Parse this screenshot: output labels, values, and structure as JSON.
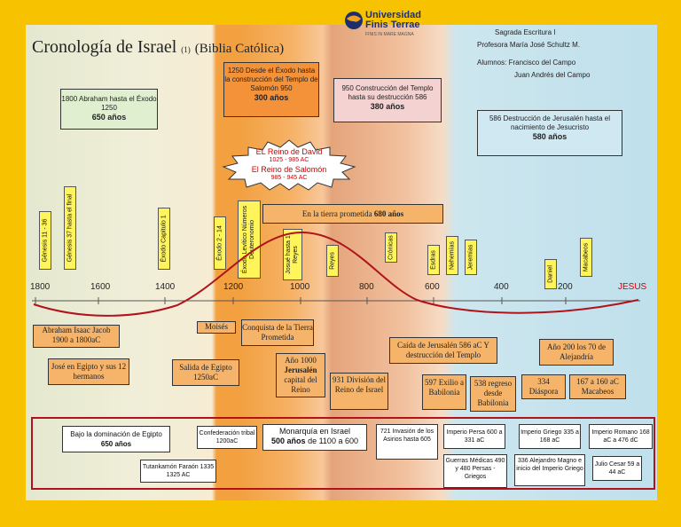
{
  "title": {
    "main": "Cronología de Israel",
    "note": "(1)",
    "sub": "(Biblia Católica)"
  },
  "logo": {
    "name": "Universidad",
    "sub": "Finis Terrae",
    "tagline": "FINIS IN MARE MAGNA"
  },
  "info": {
    "line1": "Sagrada Escritura I",
    "line2": "Profesora María José Schultz M.",
    "line3": "Alumnos: Francisco del Campo",
    "line4": "Juan Andrés del Campo"
  },
  "periods": {
    "p1": {
      "text": "1800 Abraham hasta el Éxodo 1250",
      "years": "650 años"
    },
    "p2": {
      "text": "1250 Desde el Éxodo hasta la construcción del Templo de Salomón 950",
      "years": "300 años"
    },
    "p3": {
      "text": "950 Construcción del Templo hasta su destrucción 586",
      "years": "380 años"
    },
    "p4": {
      "text": "586 Destrucción de Jerusalén hasta el nacimiento de Jesucristo",
      "years": "580 años"
    }
  },
  "kingdom": {
    "line1": "EL Reino de David",
    "line2": "1025 - 985 AC",
    "line3": "El Reino de Salomón",
    "line4": "985 - 945 AC"
  },
  "promised": {
    "text": "En la tierra prometida",
    "years": "680 años"
  },
  "books": [
    {
      "label": "Génesis 11 - 36"
    },
    {
      "label": "Génesis 37 hasta el final"
    },
    {
      "label": "Éxodo Capitulo 1"
    },
    {
      "label": "Éxodo 2 - 14"
    },
    {
      "label": "Éxodo Levítico Números Deuteronomio"
    },
    {
      "label": "Josué hasta 1 Reyes"
    },
    {
      "label": "Reyes"
    },
    {
      "label": "Crónicas"
    },
    {
      "label": "Esdras"
    },
    {
      "label": "Nehemías"
    },
    {
      "label": "Jeremías"
    },
    {
      "label": "Daniel"
    },
    {
      "label": "Macabeos"
    }
  ],
  "axis": {
    "ticks": [
      "1800",
      "1600",
      "1400",
      "1200",
      "1000",
      "800",
      "600",
      "400",
      "200"
    ],
    "end": "JESUS"
  },
  "events": {
    "e1": "Abraham Isaac Jacob 1900 a 1800aC",
    "e2": "José en Egipto y sus 12 hermanos",
    "e3": "Moisés",
    "e4": "Conquista de la Tierra Prometida",
    "e5": "Salida de Egipto 1250aC",
    "e6a": "Año 1000",
    "e6b": "Jerusalén",
    "e6c": "capital del Reino",
    "e7": "931 División del Reino de Israel",
    "e8": "Caída de Jerusalén 586 aC Y destrucción del Templo",
    "e9": "Año 200 los 70 de Alejandría",
    "e10": "597 Exilio a Babilonia",
    "e11": "538 regreso desde Babilonia",
    "e12": "334 Diáspora",
    "e13": "167 a 160 aC Macabeos"
  },
  "empires": {
    "egipto": {
      "text": "Bajo la dominación de Egipto",
      "years": "650 años"
    },
    "confed": "Confederación tribal 1200aC",
    "tut": "Tutankamón Faraón 1335 1325 AC",
    "monarquia": {
      "text": "Monarquía en Israel",
      "years": "500 años",
      "rest": "de 1100 a 600"
    },
    "asirios": "721 Invasión de los Asirios hasta 605",
    "persa": "Imperio Persa 600 a 331 aC",
    "guerras": "Guerras Médicas 490 y 480 Persas - Griegos",
    "griego": "Imperio Griego 335 a 168 aC",
    "alejandro": "336 Alejandro Magno e inicio del Imperio Griego",
    "romano": "Imperio Romano 168 aC a 476 dC",
    "julio": "Julio Cesar 59 a 44 aC"
  },
  "colors": {
    "frame": "#f7c300",
    "curve": "#b1121c",
    "label": "#fff45a"
  }
}
